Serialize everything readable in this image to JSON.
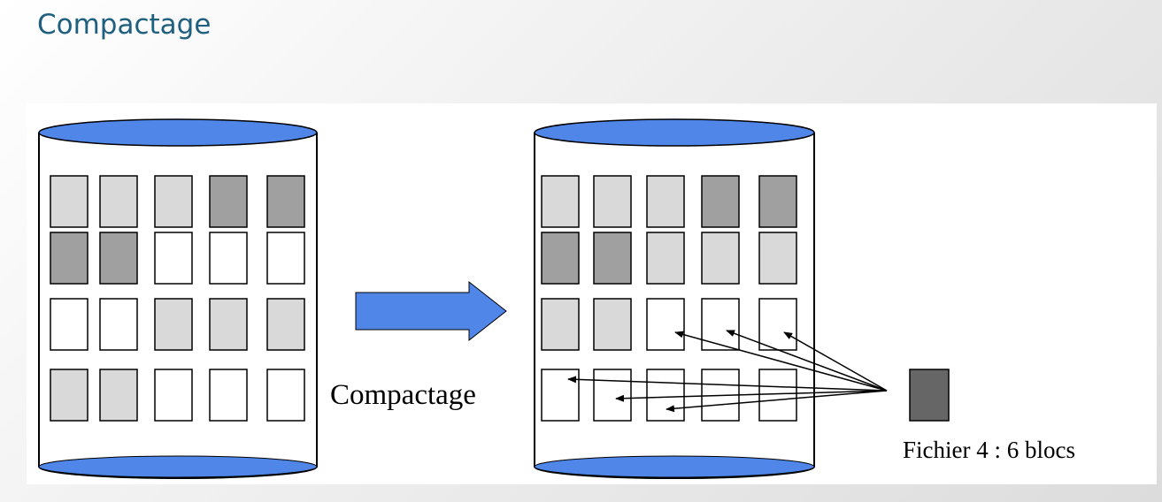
{
  "slide": {
    "title": "Compactage"
  },
  "diagram": {
    "arrow_label": "Compactage",
    "file_label": "Fichier 4 : 6 blocs",
    "colors": {
      "background_gradient": [
        "#ffffff",
        "#dcdcdc"
      ],
      "title": "#1f5f7f",
      "cylinder_cap": "#4f86e8",
      "arrow": "#4f86e8",
      "block_empty": "#ffffff",
      "block_light": "#d9d9d9",
      "block_dark": "#a0a0a0",
      "file_block": "#666666"
    },
    "disk_before": {
      "rows": [
        [
          "light",
          "light",
          "light",
          "dark",
          "dark"
        ],
        [
          "dark",
          "dark",
          "empty",
          "empty",
          "empty"
        ],
        [
          "empty",
          "empty",
          "light",
          "light",
          "light"
        ],
        [
          "light",
          "light",
          "empty",
          "empty",
          "empty"
        ]
      ]
    },
    "disk_after": {
      "rows": [
        [
          "light",
          "light",
          "light",
          "dark",
          "dark"
        ],
        [
          "dark",
          "dark",
          "light",
          "light",
          "light"
        ],
        [
          "light",
          "light",
          "empty",
          "empty",
          "empty"
        ],
        [
          "empty",
          "empty",
          "empty",
          "empty",
          "empty"
        ]
      ]
    }
  }
}
